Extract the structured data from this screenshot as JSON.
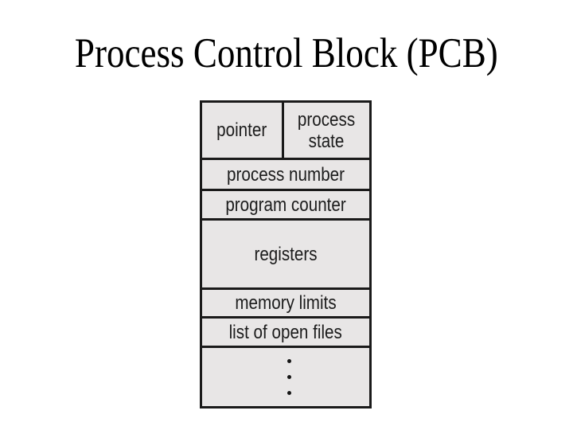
{
  "title": "Process Control Block (PCB)",
  "diagram": {
    "top_row": {
      "left_cell": "pointer",
      "right_cell": [
        "process",
        "state"
      ]
    },
    "rows": [
      "process number",
      "program counter",
      "registers",
      "memory limits",
      "list of open files"
    ],
    "ellipsis": {
      "dot_count": 3
    },
    "colors": {
      "page_background": "#ffffff",
      "cell_background": "#e8e6e6",
      "border": "#1a1a1a",
      "cell_text": "#1c1c1c",
      "title_text": "#000000"
    }
  }
}
